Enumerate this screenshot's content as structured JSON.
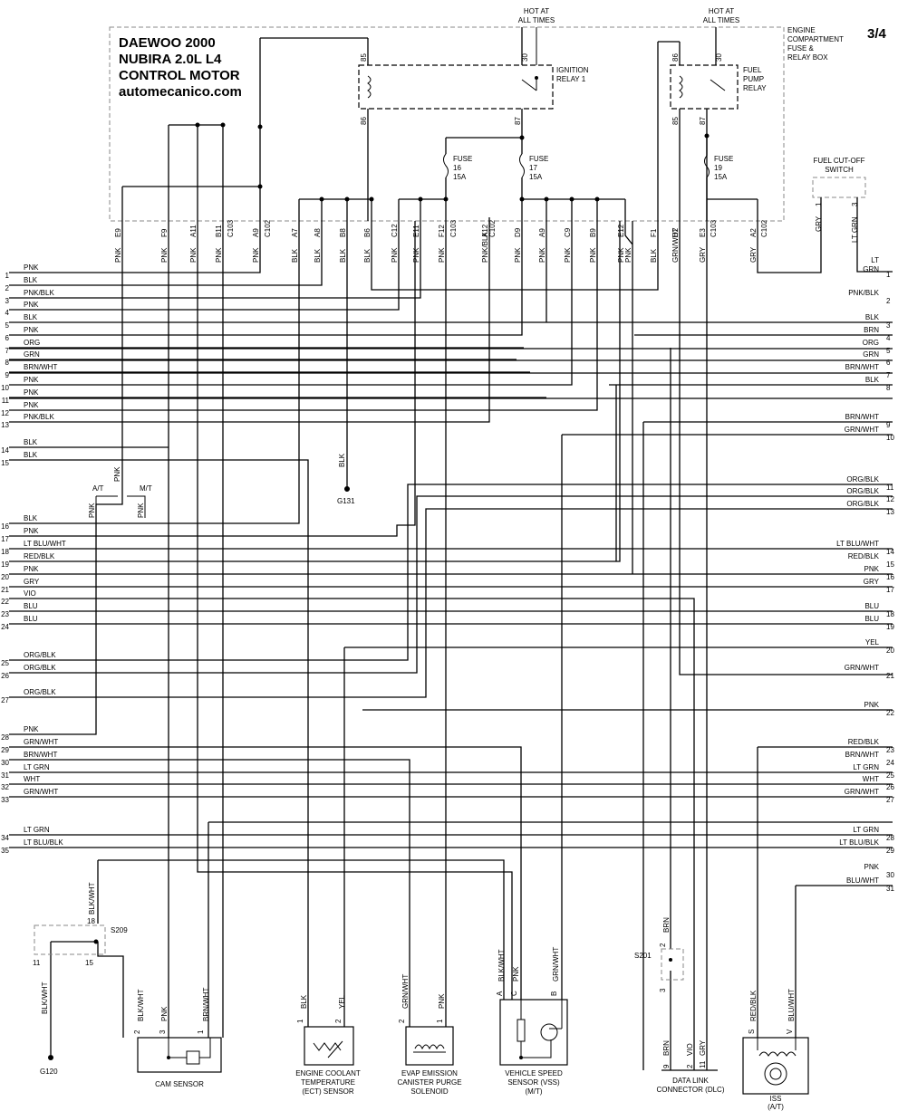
{
  "header": {
    "page_number": "3/4",
    "title_lines": [
      "DAEWOO 2000",
      "NUBIRA 2.0L L4",
      "CONTROL MOTOR",
      "automecanico.com"
    ],
    "hot_left": [
      "HOT AT",
      "ALL TIMES"
    ],
    "hot_right": [
      "HOT AT",
      "ALL TIMES"
    ],
    "box_name": [
      "ENGINE",
      "COMPARTMENT",
      "FUSE &",
      "RELAY BOX"
    ]
  },
  "relays": {
    "ignition": {
      "name": [
        "IGNITION",
        "RELAY 1"
      ],
      "pins": [
        "85",
        "30",
        "86",
        "87"
      ]
    },
    "fuel_pump": {
      "name": [
        "FUEL",
        "PUMP",
        "RELAY"
      ],
      "pins": [
        "86",
        "30",
        "85",
        "87"
      ]
    }
  },
  "fuses": [
    {
      "label": [
        "FUSE",
        "16",
        "15A"
      ]
    },
    {
      "label": [
        "FUSE",
        "17",
        "15A"
      ]
    },
    {
      "label": [
        "FUSE",
        "19",
        "15A"
      ]
    }
  ],
  "cutoff": {
    "name": [
      "FUEL CUT-OFF",
      "SWITCH"
    ],
    "pins": [
      "1",
      "3"
    ],
    "wires": [
      "GRY",
      "LT GRN"
    ],
    "out_label": [
      "LT",
      "GRN"
    ],
    "out_num": "1"
  },
  "top_pins": [
    {
      "pin": "E9",
      "color": "PNK"
    },
    {
      "pin": "F9",
      "color": "PNK"
    },
    {
      "pin": "A11",
      "color": "PNK"
    },
    {
      "pin": "B11",
      "color": "PNK"
    },
    {
      "pin": "C103",
      "color": ""
    },
    {
      "pin": "A9",
      "color": "PNK"
    },
    {
      "pin": "C102",
      "color": ""
    },
    {
      "pin": "A7",
      "color": "BLK"
    },
    {
      "pin": "A8",
      "color": "BLK"
    },
    {
      "pin": "B8",
      "color": "BLK"
    },
    {
      "pin": "B6",
      "color": "BLK"
    },
    {
      "pin": "C12",
      "color": "PNK"
    },
    {
      "pin": "E11",
      "color": "PNK"
    },
    {
      "pin": "F12",
      "color": "PNK"
    },
    {
      "pin": "C103",
      "color": ""
    },
    {
      "pin": "A12",
      "color": "PNK/BLK"
    },
    {
      "pin": "C102",
      "color": ""
    },
    {
      "pin": "D9",
      "color": "PNK"
    },
    {
      "pin": "A9",
      "color": "PNK"
    },
    {
      "pin": "C9",
      "color": "PNK"
    },
    {
      "pin": "B9",
      "color": "PNK"
    },
    {
      "pin": "E12",
      "color": "PNK"
    },
    {
      "pin": "",
      "color": "PNK"
    },
    {
      "pin": "F1",
      "color": "BLK"
    },
    {
      "pin": "D2",
      "color": "GRN/WHT"
    },
    {
      "pin": "E3",
      "color": "GRY"
    },
    {
      "pin": "C103",
      "color": ""
    },
    {
      "pin": "A2",
      "color": "GRY"
    },
    {
      "pin": "C102",
      "color": ""
    }
  ],
  "left_wires": [
    {
      "n": "1",
      "c": "PNK"
    },
    {
      "n": "2",
      "c": "BLK"
    },
    {
      "n": "3",
      "c": "PNK/BLK"
    },
    {
      "n": "4",
      "c": "PNK"
    },
    {
      "n": "5",
      "c": "BLK"
    },
    {
      "n": "6",
      "c": "PNK"
    },
    {
      "n": "7",
      "c": "ORG"
    },
    {
      "n": "8",
      "c": "GRN"
    },
    {
      "n": "9",
      "c": "BRN/WHT"
    },
    {
      "n": "10",
      "c": "PNK"
    },
    {
      "n": "11",
      "c": "PNK"
    },
    {
      "n": "12",
      "c": "PNK"
    },
    {
      "n": "13",
      "c": "PNK/BLK"
    },
    {
      "n": "14",
      "c": "BLK"
    },
    {
      "n": "15",
      "c": "BLK"
    },
    {
      "n": "16",
      "c": "BLK"
    },
    {
      "n": "17",
      "c": "PNK"
    },
    {
      "n": "18",
      "c": "LT BLU/WHT"
    },
    {
      "n": "19",
      "c": "RED/BLK"
    },
    {
      "n": "20",
      "c": "PNK"
    },
    {
      "n": "21",
      "c": "GRY"
    },
    {
      "n": "22",
      "c": "VIO"
    },
    {
      "n": "23",
      "c": "BLU"
    },
    {
      "n": "24",
      "c": "BLU"
    },
    {
      "n": "25",
      "c": "ORG/BLK"
    },
    {
      "n": "26",
      "c": "ORG/BLK"
    },
    {
      "n": "27",
      "c": "ORG/BLK"
    },
    {
      "n": "28",
      "c": "PNK"
    },
    {
      "n": "29",
      "c": "GRN/WHT"
    },
    {
      "n": "30",
      "c": "BRN/WHT"
    },
    {
      "n": "31",
      "c": "LT GRN"
    },
    {
      "n": "32",
      "c": "WHT"
    },
    {
      "n": "33",
      "c": "GRN/WHT"
    },
    {
      "n": "34",
      "c": "LT GRN"
    },
    {
      "n": "35",
      "c": "LT BLU/BLK"
    }
  ],
  "right_wires": [
    {
      "n": "2",
      "c": "PNK/BLK"
    },
    {
      "n": "3",
      "c": "BLK"
    },
    {
      "n": "4",
      "c": "BRN"
    },
    {
      "n": "5",
      "c": "ORG"
    },
    {
      "n": "6",
      "c": "GRN"
    },
    {
      "n": "7",
      "c": "BRN/WHT"
    },
    {
      "n": "8",
      "c": "BLK"
    },
    {
      "n": "9",
      "c": "BRN/WHT"
    },
    {
      "n": "10",
      "c": "GRN/WHT"
    },
    {
      "n": "11",
      "c": "ORG/BLK"
    },
    {
      "n": "12",
      "c": "ORG/BLK"
    },
    {
      "n": "13",
      "c": "ORG/BLK"
    },
    {
      "n": "14",
      "c": "LT BLU/WHT"
    },
    {
      "n": "15",
      "c": "RED/BLK"
    },
    {
      "n": "16",
      "c": "PNK"
    },
    {
      "n": "17",
      "c": "GRY"
    },
    {
      "n": "18",
      "c": "BLU"
    },
    {
      "n": "19",
      "c": "BLU"
    },
    {
      "n": "20",
      "c": "YEL"
    },
    {
      "n": "21",
      "c": "GRN/WHT"
    },
    {
      "n": "22",
      "c": "PNK"
    },
    {
      "n": "23",
      "c": "RED/BLK"
    },
    {
      "n": "24",
      "c": "BRN/WHT"
    },
    {
      "n": "25",
      "c": "LT GRN"
    },
    {
      "n": "26",
      "c": "WHT"
    },
    {
      "n": "27",
      "c": "GRN/WHT"
    },
    {
      "n": "28",
      "c": "LT GRN"
    },
    {
      "n": "29",
      "c": "LT BLU/BLK"
    },
    {
      "n": "30",
      "c": "PNK"
    },
    {
      "n": "31",
      "c": "BLU/WHT"
    }
  ],
  "misc": {
    "at": "A/T",
    "mt": "M/T",
    "pnk": "PNK",
    "blk": "BLK",
    "g131": "G131",
    "g120": "G120",
    "s209": "S209",
    "s201": "S201",
    "s209_pins": [
      "18",
      "11",
      "15"
    ],
    "blk_wht": "BLK/WHT",
    "brn": "BRN"
  },
  "components": {
    "cam": {
      "name": [
        "CAM SENSOR"
      ],
      "pins": [
        "2",
        "3",
        "1"
      ],
      "wires": [
        "BLK/WHT",
        "PNK",
        "BRN/WHT"
      ]
    },
    "ect": {
      "name": [
        "ENGINE COOLANT",
        "TEMPERATURE",
        "(ECT) SENSOR"
      ],
      "pins": [
        "1",
        "2"
      ],
      "wires": [
        "BLK",
        "YEL"
      ]
    },
    "evap": {
      "name": [
        "EVAP EMISSION",
        "CANISTER PURGE",
        "SOLENOID"
      ],
      "pins": [
        "2",
        "1"
      ],
      "wires": [
        "GRN/WHT",
        "PNK"
      ]
    },
    "vss": {
      "name": [
        "VEHICLE SPEED",
        "SENSOR (VSS)",
        "(M/T)"
      ],
      "pins": [
        "A",
        "C",
        "B"
      ],
      "wires": [
        "BLK/WHT",
        "PNK",
        "GRN/WHT"
      ]
    },
    "dlc": {
      "name": [
        "DATA LINK",
        "CONNECTOR (DLC)"
      ],
      "pins": [
        "9",
        "2",
        "11"
      ],
      "wires": [
        "BRN",
        "VIO",
        "GRY"
      ],
      "s201_pins": [
        "2",
        "3"
      ]
    },
    "iss": {
      "name": [
        "ISS",
        "(A/T)"
      ],
      "pins": [
        "S",
        "V"
      ],
      "wires": [
        "RED/BLK",
        "BLU/WHT"
      ]
    }
  }
}
